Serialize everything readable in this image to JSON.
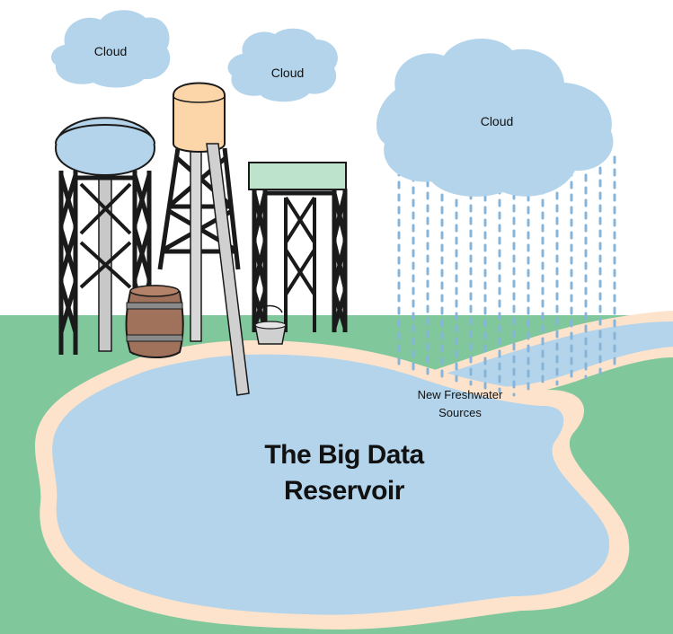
{
  "clouds": [
    {
      "label": "Cloud"
    },
    {
      "label": "Cloud"
    },
    {
      "label": "Cloud"
    }
  ],
  "reservoir": {
    "title_line1": "The Big Data",
    "title_line2": "Reservoir"
  },
  "sources": {
    "line1": "New Freshwater",
    "line2": "Sources"
  },
  "colors": {
    "grass": "#80c79c",
    "water": "#b3d4ea",
    "sand": "#fde3cb",
    "rain": "#86b5d9",
    "cloud": "#b3d4ea",
    "tank_top": "#fcd5a8",
    "tank_flat": "#bde3cc",
    "tower_frame": "#1a1a1a",
    "barrel": "#a0725c",
    "bucket": "#d0d0d0"
  }
}
